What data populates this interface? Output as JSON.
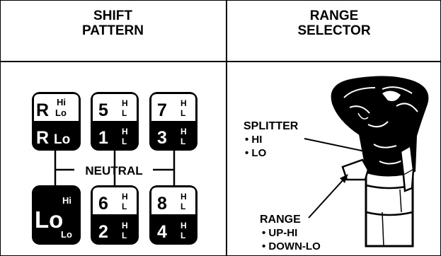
{
  "left_header": {
    "line1": "SHIFT",
    "line2": "PATTERN"
  },
  "right_header": {
    "line1": "RANGE",
    "line2": "SELECTOR"
  },
  "shift_pattern": {
    "neutral_label": "NEUTRAL",
    "gate_r": {
      "top_main": "R",
      "top_hi": "Hi",
      "top_lo": "Lo",
      "bottom_main": "R",
      "bottom_sub": "Lo"
    },
    "gate_5_1": {
      "top_main": "5",
      "top_h": "H",
      "top_l": "L",
      "bottom_main": "1",
      "bottom_h": "H",
      "bottom_l": "L"
    },
    "gate_7_3": {
      "top_main": "7",
      "top_h": "H",
      "top_l": "L",
      "bottom_main": "3",
      "bottom_h": "H",
      "bottom_l": "L"
    },
    "gate_lo": {
      "main": "Lo",
      "hi": "Hi",
      "lo": "Lo"
    },
    "gate_6_2": {
      "top_main": "6",
      "top_h": "H",
      "top_l": "L",
      "bottom_main": "2",
      "bottom_h": "H",
      "bottom_l": "L"
    },
    "gate_8_4": {
      "top_main": "8",
      "top_h": "H",
      "top_l": "L",
      "bottom_main": "4",
      "bottom_h": "H",
      "bottom_l": "L"
    }
  },
  "range_selector": {
    "splitter": {
      "title": "SPLITTER",
      "item1": "• HI",
      "item2": "• LO"
    },
    "range": {
      "title": "RANGE",
      "item1": "• UP-HI",
      "item2": "• DOWN-LO"
    }
  }
}
